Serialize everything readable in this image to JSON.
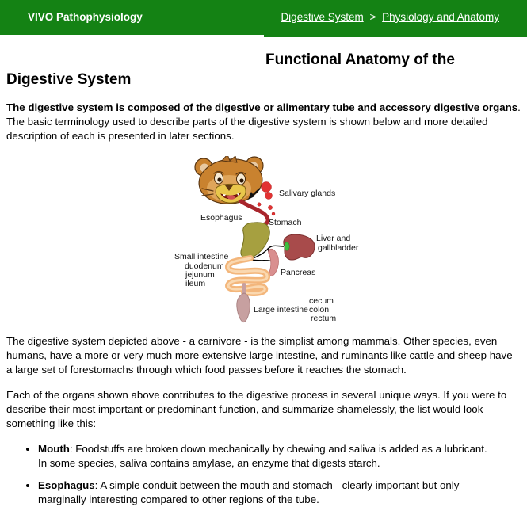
{
  "header": {
    "site_title": "VIVO Pathophysiology",
    "breadcrumb": {
      "items": [
        {
          "label": "Digestive System"
        },
        {
          "label": "Physiology and Anatomy"
        }
      ],
      "separator": ">"
    }
  },
  "page_title": "Functional Anatomy of the Digestive System",
  "intro": {
    "bold": "The digestive system is composed of the digestive or alimentary tube and accessory digestive organs",
    "rest": ". The basic terminology used to describe parts of the digestive system is shown below and more detailed description of each is presented in later sections."
  },
  "diagram": {
    "labels": {
      "salivary_glands": "Salivary glands",
      "esophagus": "Esophagus",
      "stomach": "Stomach",
      "liver_line1": "Liver and",
      "liver_line2": "gallbladder",
      "small_intestine_line1": "Small intestine",
      "small_intestine_line2": "duodenum",
      "small_intestine_line3": "jejunum",
      "small_intestine_line4": "ileum",
      "pancreas": "Pancreas",
      "large_intestine": "Large intestine",
      "cecum": "cecum",
      "colon": "colon",
      "rectum": "rectum"
    },
    "colors": {
      "lion_fur": "#c9822f",
      "salivary_glands_red": "#e23333",
      "esophagus_red": "#a8252c",
      "stomach_olive": "#a6a040",
      "liver_maroon": "#a84b4b",
      "gallbladder_green": "#3fbf3f",
      "pancreas_pink": "#d98f8f",
      "small_intestine_orange": "#f3b67b",
      "large_intestine_pink": "#c7a0a0"
    }
  },
  "paragraphs": [
    "The digestive system depicted above - a carnivore - is the simplist among mammals. Other species, even humans, have a more or very much more extensive large intestine, and ruminants like cattle and sheep have a large set of forestomachs through which food passes before it reaches the stomach.",
    "Each of the organs shown above contributes to the digestive process in several unique ways. If you were to describe their most important or predominant function, and summarize shamelessly, the list would look something like this:"
  ],
  "bullets": [
    {
      "term": "Mouth",
      "rest": ": Foodstuffs are broken down mechanically by chewing and saliva is added as a lubricant. In some species, saliva contains amylase, an enzyme that digests starch."
    },
    {
      "term": "Esophagus",
      "rest": ": A simple conduit between the mouth and stomach - clearly important but only marginally interesting compared to other regions of the tube."
    }
  ],
  "theme": {
    "header_green": "#148214",
    "header_text": "#ffffff"
  }
}
